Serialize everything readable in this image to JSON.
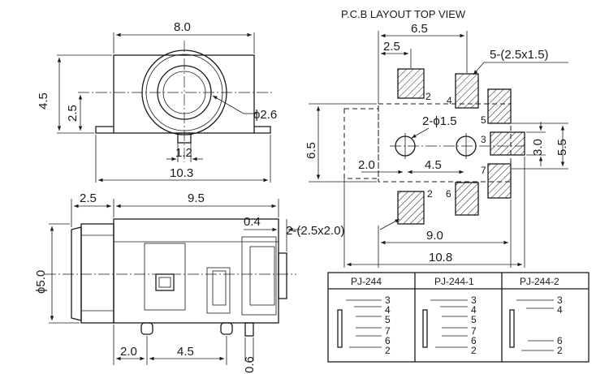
{
  "title": "P.C.B LAYOUT TOP VIEW",
  "top_view": {
    "width_dim": "8.0",
    "height_dim": "4.5",
    "center_dim": "2.5",
    "hole_dim": "ϕ2.6",
    "pin_dim": "1.2",
    "overall_dim": "10.3"
  },
  "side_view": {
    "dim_front": "2.5",
    "dim_body": "9.5",
    "dim_tab": "0.4",
    "dim_dia": "ϕ5.0",
    "dim_pin1": "2.0",
    "dim_pin2": "4.5",
    "dim_pin_w": "0.6"
  },
  "pcb": {
    "dim_width": "6.5",
    "dim_offset": "2.5",
    "pad_label": "5-(2.5x1.5)",
    "hole_label": "2-ϕ1.5",
    "dim_height": "6.5",
    "dim_pitch": "3.0",
    "dim_right": "5.5",
    "dim_left": "2.0",
    "dim_mid": "4.5",
    "pad2_label": "2-(2.5x2.0)",
    "dim_9": "9.0",
    "dim_108": "10.8",
    "pad_numbers": [
      "2",
      "4",
      "5",
      "3",
      "7",
      "2",
      "6"
    ]
  },
  "table": {
    "headers": [
      "PJ-244",
      "PJ-244-1",
      "PJ-244-2"
    ],
    "col1_pins": [
      "3",
      "4",
      "5",
      "7",
      "6",
      "2"
    ],
    "col2_pins": [
      "3",
      "4",
      "5",
      "7",
      "6",
      "2"
    ],
    "col3_pins": [
      "3",
      "4",
      "6",
      "2"
    ]
  }
}
